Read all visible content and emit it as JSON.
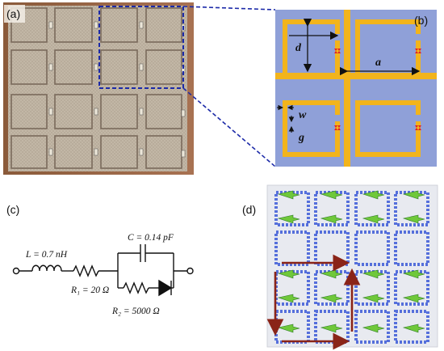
{
  "panels": {
    "a": {
      "label": "(a)"
    },
    "b": {
      "label": "(b)",
      "dims": {
        "d": "d",
        "a": "a",
        "w": "w",
        "g": "g"
      }
    },
    "c": {
      "label": "(c)",
      "components": {
        "L": "L = 0.7 nH",
        "C": "C = 0.14 pF",
        "R1": "R₁ = 20 Ω",
        "R2": "R₂ = 5000 Ω"
      }
    },
    "d": {
      "label": "(d)"
    }
  },
  "colors": {
    "substrate_bg": "#8fa0d8",
    "metal": "#f2b41c",
    "diode": "#e0202a",
    "zoom_box": "#1c2aa8",
    "board": "#b9ad9c",
    "board_line": "#8a7a6c",
    "current_arrow": "#8a2418",
    "field_blue": "#3c5ad8",
    "field_green": "#6fc83a"
  }
}
